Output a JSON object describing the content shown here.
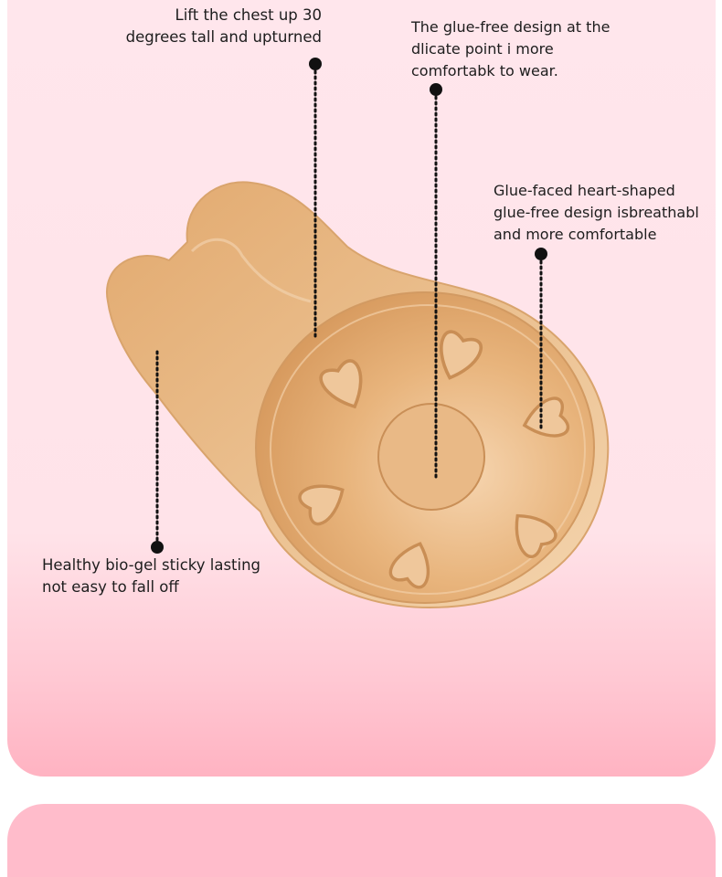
{
  "callouts": {
    "lift": "Lift the chest up 30\ndegrees tall and upturned",
    "glue_free": "The glue-free design at the\ndlicate point i more\ncomfortabk to wear.",
    "heart": "Glue-faced heart-shaped\nglue-free design isbreathabl\nand more comfortable",
    "bio_gel": "Healthy bio-gel sticky lasting\nnot easy to fall off"
  },
  "colors": {
    "background": "#ffe4ea",
    "accent_pink": "#ffb3c2",
    "product": "#e4b47e",
    "leader_line": "#111111"
  }
}
